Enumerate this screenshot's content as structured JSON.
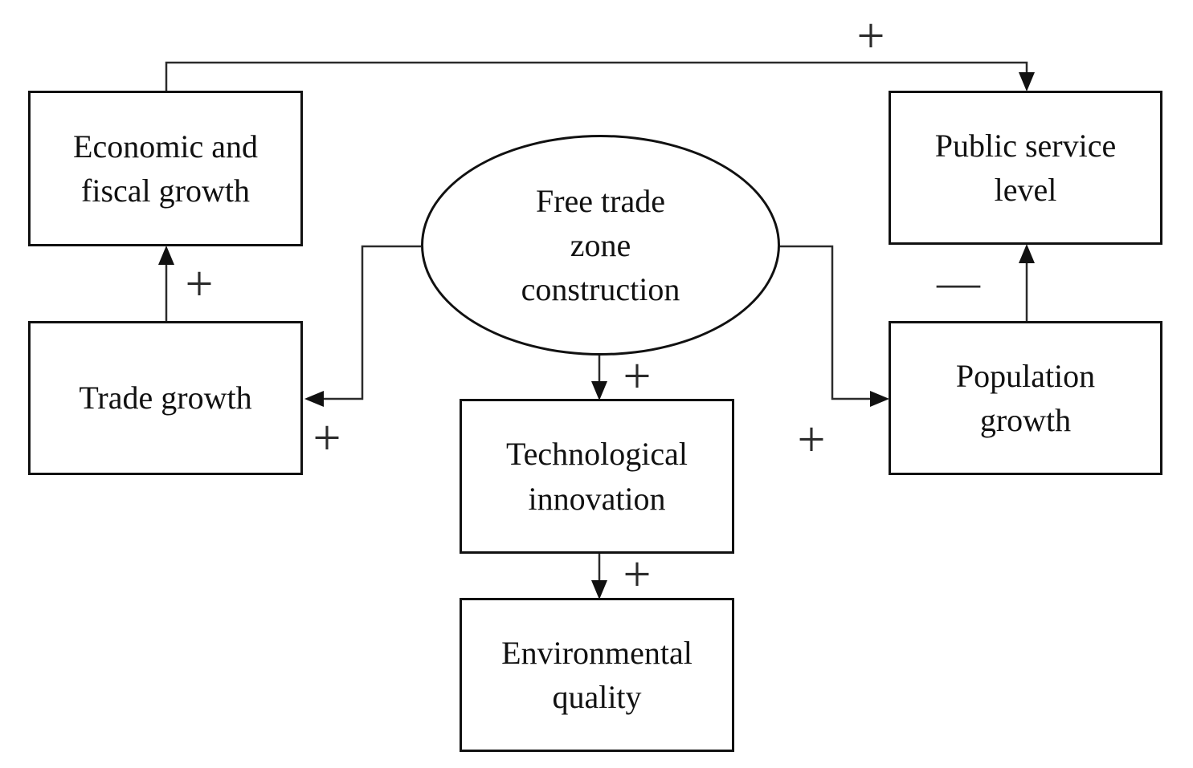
{
  "nodes": {
    "center": {
      "label": "Free trade\nzone\nconstruction"
    },
    "economic": {
      "label": "Economic and\nfiscal growth"
    },
    "trade": {
      "label": "Trade growth"
    },
    "public_service": {
      "label": "Public service\nlevel"
    },
    "population": {
      "label": "Population\ngrowth"
    },
    "tech": {
      "label": "Technological\ninnovation"
    },
    "environment": {
      "label": "Environmental\nquality"
    }
  },
  "edges": [
    {
      "from": "Trade growth",
      "to": "Economic and fiscal growth",
      "sign": "+"
    },
    {
      "from": "Economic and fiscal growth",
      "to": "Public service level",
      "sign": "+"
    },
    {
      "from": "Free trade zone construction",
      "to": "Trade growth",
      "sign": "+"
    },
    {
      "from": "Free trade zone construction",
      "to": "Technological innovation",
      "sign": "+"
    },
    {
      "from": "Free trade zone construction",
      "to": "Population growth",
      "sign": "+"
    },
    {
      "from": "Technological innovation",
      "to": "Environmental quality",
      "sign": "+"
    },
    {
      "from": "Population growth",
      "to": "Public service level",
      "sign": "—"
    }
  ],
  "colors": {
    "line": "#2b2b2b",
    "border": "#111111",
    "text": "#111111",
    "background": "#ffffff"
  }
}
